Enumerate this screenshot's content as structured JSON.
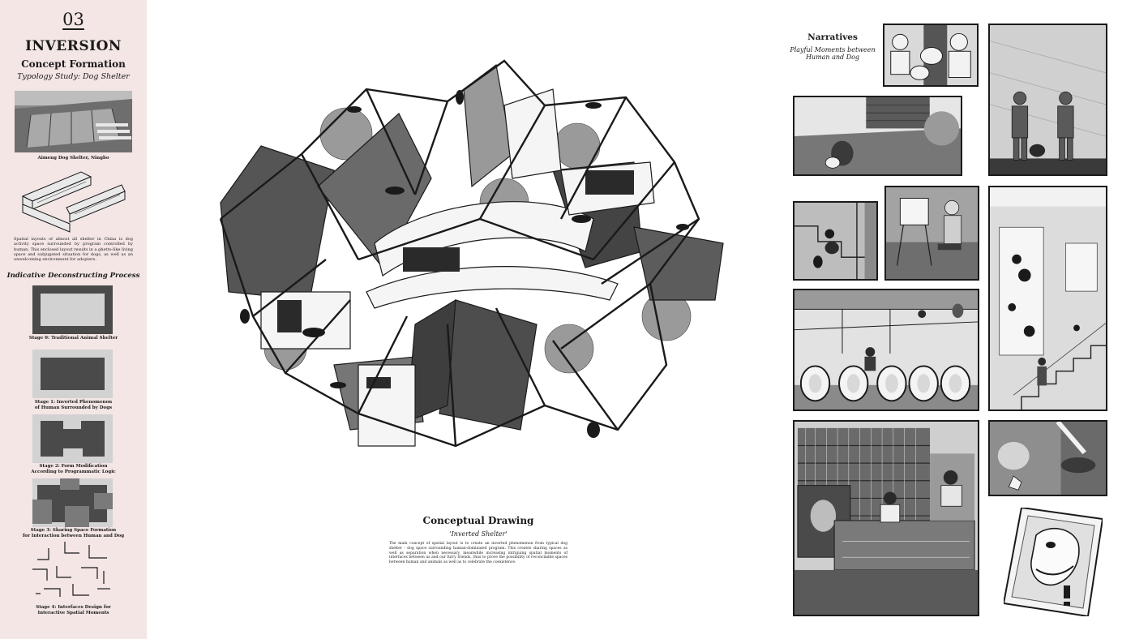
{
  "sidebar": {
    "number": "03",
    "title": "INVERSION",
    "subtitle": "Concept Formation",
    "typology": "Typology Study: Dog Shelter",
    "photo_caption": "Aimeng Dog Shelter, Ningbo",
    "paragraph": "Spatial layouts of almost all shelter in China is dog activity space surrounded by program controlled by human. This enclosed layout results in a ghetto-like living space and subjugated situation for dogs, as well as an unwelcoming environment for adopters.",
    "process_heading": "Indicative Deconstructing Process",
    "stages": [
      {
        "line1": "Stage 0: Traditional Animal Shelter",
        "line2": ""
      },
      {
        "line1": "Stage 1: Inverted Phenomenon",
        "line2": "of Human Surrounded by Dogs"
      },
      {
        "line1": "Stage 2: Form Modification",
        "line2": "According to Programmatic Logic"
      },
      {
        "line1": "Stage 3: Sharing Space Formation",
        "line2": "for Interaction between Human and Dog"
      },
      {
        "line1": "Stage 4: Interfaces Design for",
        "line2": "Interactive Spatial Moments"
      }
    ]
  },
  "center": {
    "title": "Conceptual Drawing",
    "subtitle": "'Inverted Shelter'",
    "text": "The main concept of spatial layout is to create an inverted phenomenon from typical dog shelter - dog space surrounding human-dominated program. This creates sharing spaces as well as separation when necessary, meanwhile increasing intriguing spatial moments of interfaces between us and our furry friends, thus to prove the possibility of reconcilable spaces between human and animals as well as to celebrate the coexistence."
  },
  "narratives": {
    "title": "Narratives",
    "subtitle_line1": "Playful Moments between",
    "subtitle_line2": "Human and Dog"
  },
  "colors": {
    "sidebar_bg": "#f3e6e5",
    "ink": "#1a1a1a",
    "stage_light": "#d2d2d2",
    "stage_dark": "#4a4a4a"
  }
}
